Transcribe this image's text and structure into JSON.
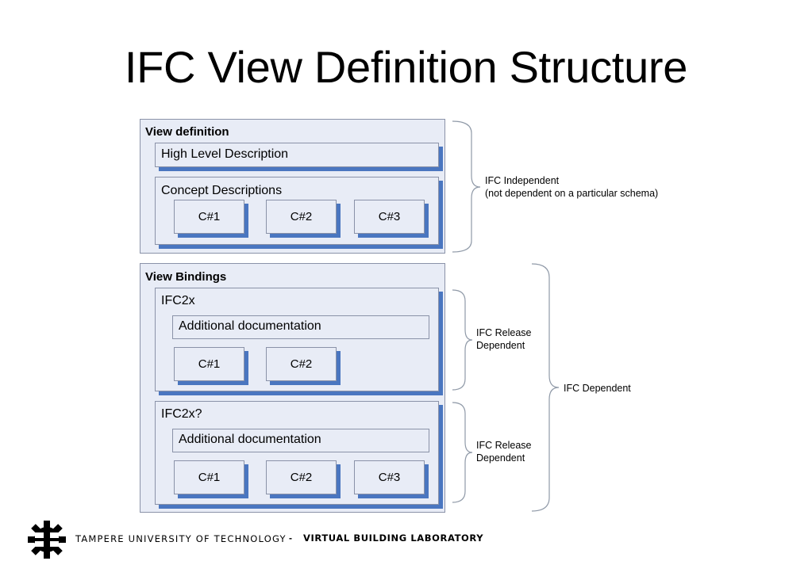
{
  "title": "IFC View Definition Structure",
  "view_definition": {
    "title": "View definition",
    "high_level": "High Level Description",
    "concepts": {
      "label": "Concept Descriptions",
      "chips": [
        "C#1",
        "C#2",
        "C#3"
      ]
    }
  },
  "view_bindings": {
    "title": "View Bindings",
    "releases": [
      {
        "label": "IFC2x",
        "doc": "Additional documentation",
        "chips": [
          "C#1",
          "C#2"
        ]
      },
      {
        "label": "IFC2x?",
        "doc": "Additional documentation",
        "chips": [
          "C#1",
          "C#2",
          "C#3"
        ]
      }
    ]
  },
  "annotations": {
    "independent_line1": "IFC Independent",
    "independent_line2": "(not dependent on a particular schema)",
    "release1_line1": "IFC Release",
    "release1_line2": "Dependent",
    "release2_line1": "IFC Release",
    "release2_line2": "Dependent",
    "dependent": "IFC Dependent"
  },
  "footer": {
    "university": "TAMPERE UNIVERSITY OF TECHNOLOGY",
    "separator": "-",
    "lab": "VIRTUAL BUILDING LABORATORY",
    "logo_icon": "gear-logo-icon"
  },
  "colors": {
    "panel_fill": "#e8ecf6",
    "border": "#8a92a8",
    "shadow": "#4a76c0"
  }
}
